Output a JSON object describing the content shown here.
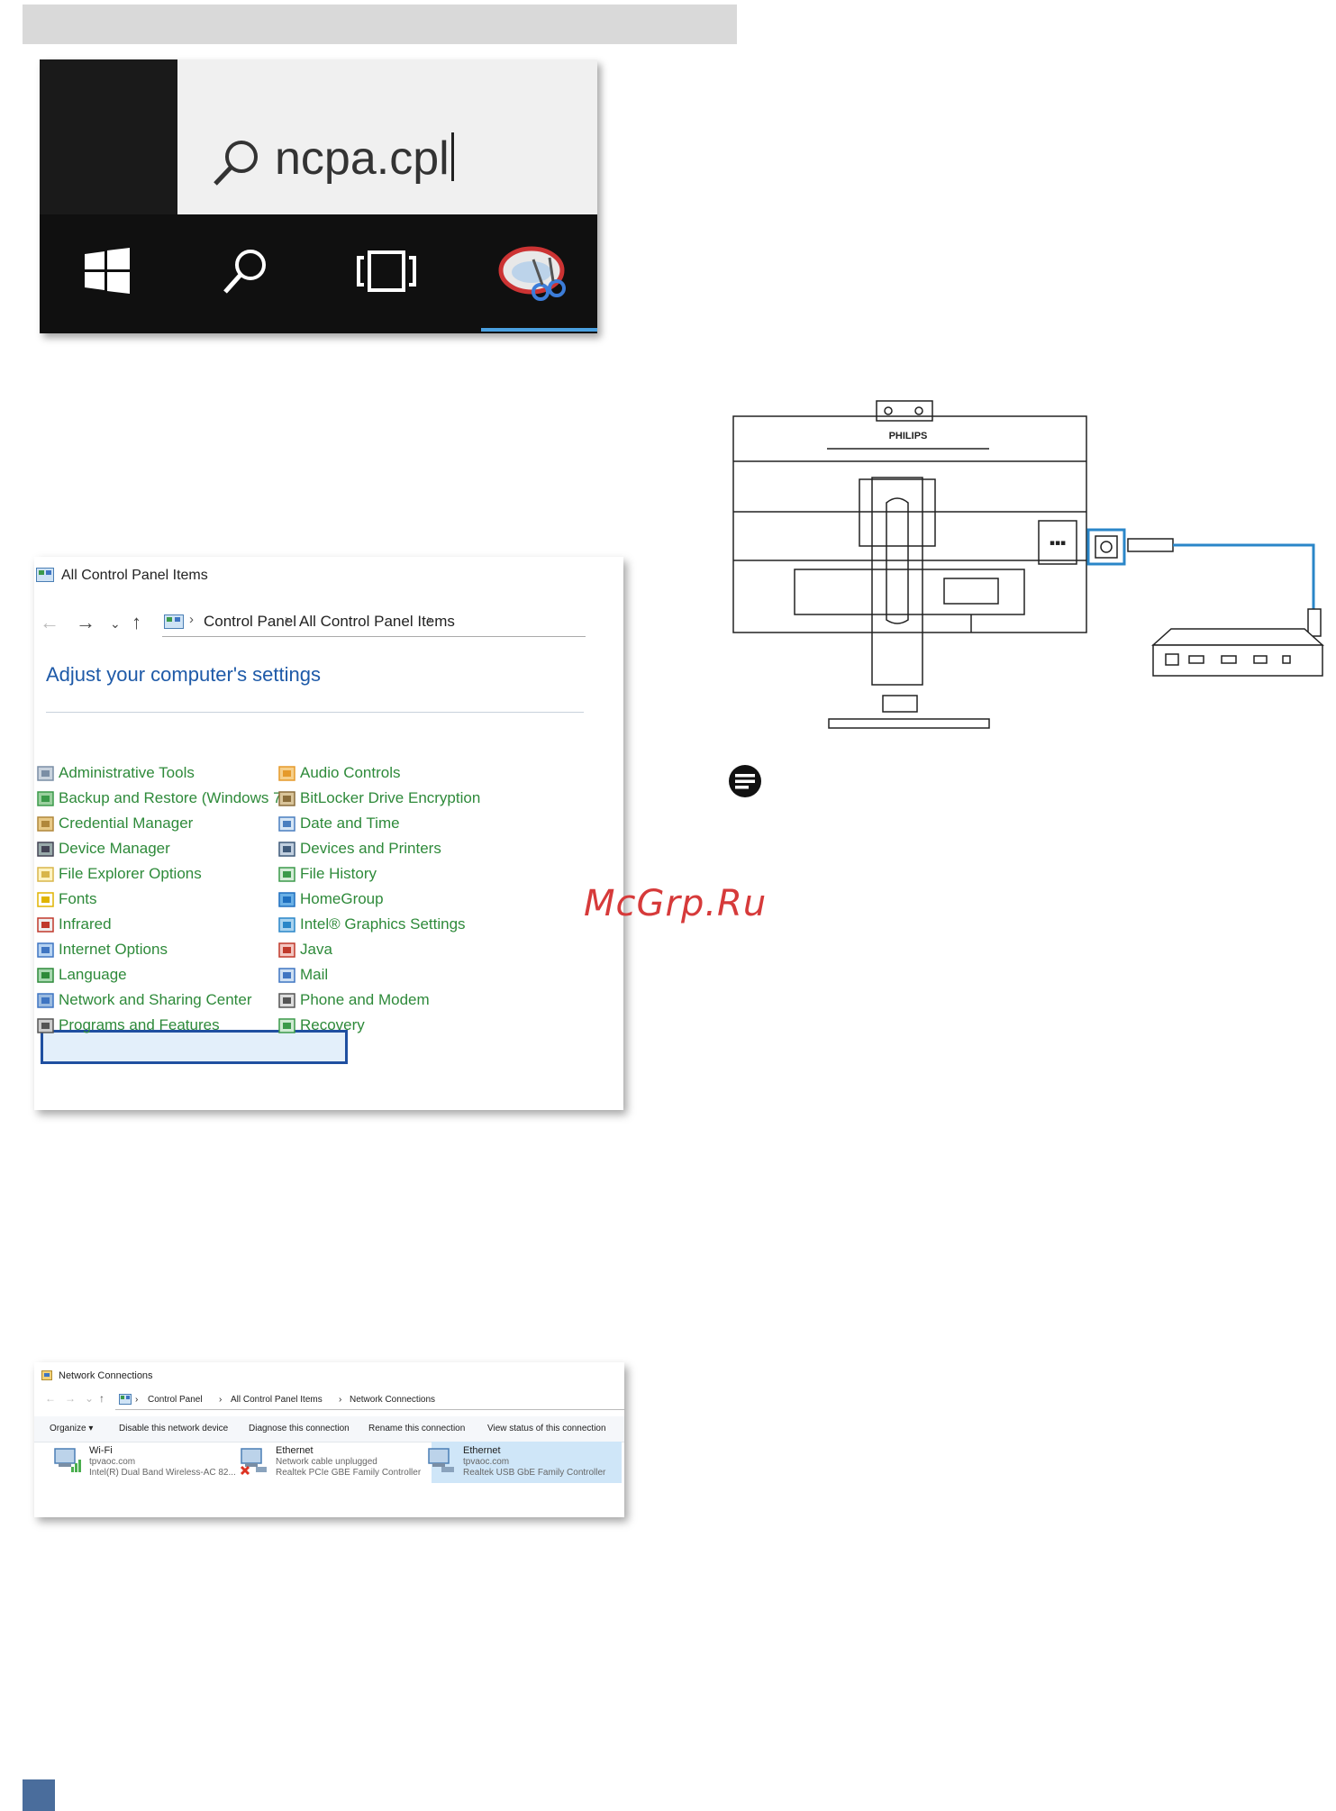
{
  "search": {
    "query": "ncpa.cpl"
  },
  "taskbar": {
    "icons": [
      "windows-start-icon",
      "search-icon",
      "task-view-icon",
      "snipping-tool-icon"
    ]
  },
  "control_panel": {
    "title": "All Control Panel Items",
    "breadcrumb": [
      "Control Panel",
      "All Control Panel Items"
    ],
    "heading": "Adjust your computer's settings",
    "items_left": [
      "Administrative Tools",
      "Backup and Restore (Windows 7)",
      "Credential Manager",
      "Device Manager",
      "File Explorer Options",
      "Fonts",
      "Infrared",
      "Internet Options",
      "Language",
      "Network and Sharing Center",
      "Programs and Features"
    ],
    "items_right": [
      "Audio Controls",
      "BitLocker Drive Encryption",
      "Date and Time",
      "Devices and Printers",
      "File History",
      "HomeGroup",
      "Intel® Graphics Settings",
      "Java",
      "Mail",
      "Phone and Modem",
      "Recovery"
    ],
    "highlighted_item": "Network and Sharing Center"
  },
  "network_connections": {
    "title": "Network Connections",
    "breadcrumb": [
      "Control Panel",
      "All Control Panel Items",
      "Network Connections"
    ],
    "toolbar": {
      "organize": "Organize ▾",
      "disable": "Disable this network device",
      "diagnose": "Diagnose this connection",
      "rename": "Rename this connection",
      "view_status": "View status of this connection"
    },
    "connections": [
      {
        "name": "Wi-Fi",
        "status": "tpvaoc.com",
        "adapter": "Intel(R) Dual Band Wireless-AC 82..."
      },
      {
        "name": "Ethernet",
        "status": "Network cable unplugged",
        "adapter": "Realtek PCIe GBE Family Controller"
      },
      {
        "name": "Ethernet",
        "status": "tpvaoc.com",
        "adapter": "Realtek USB GbE Family Controller"
      }
    ]
  },
  "diagram": {
    "brand_label": "PHILIPS"
  },
  "watermark": "McGrp.Ru",
  "colors": {
    "link_green": "#2e8a3a",
    "heading_blue": "#1e5aa8",
    "highlight_border": "#1f4fa0",
    "cable_blue": "#2a86c8",
    "watermark_red": "#d63a3a"
  }
}
